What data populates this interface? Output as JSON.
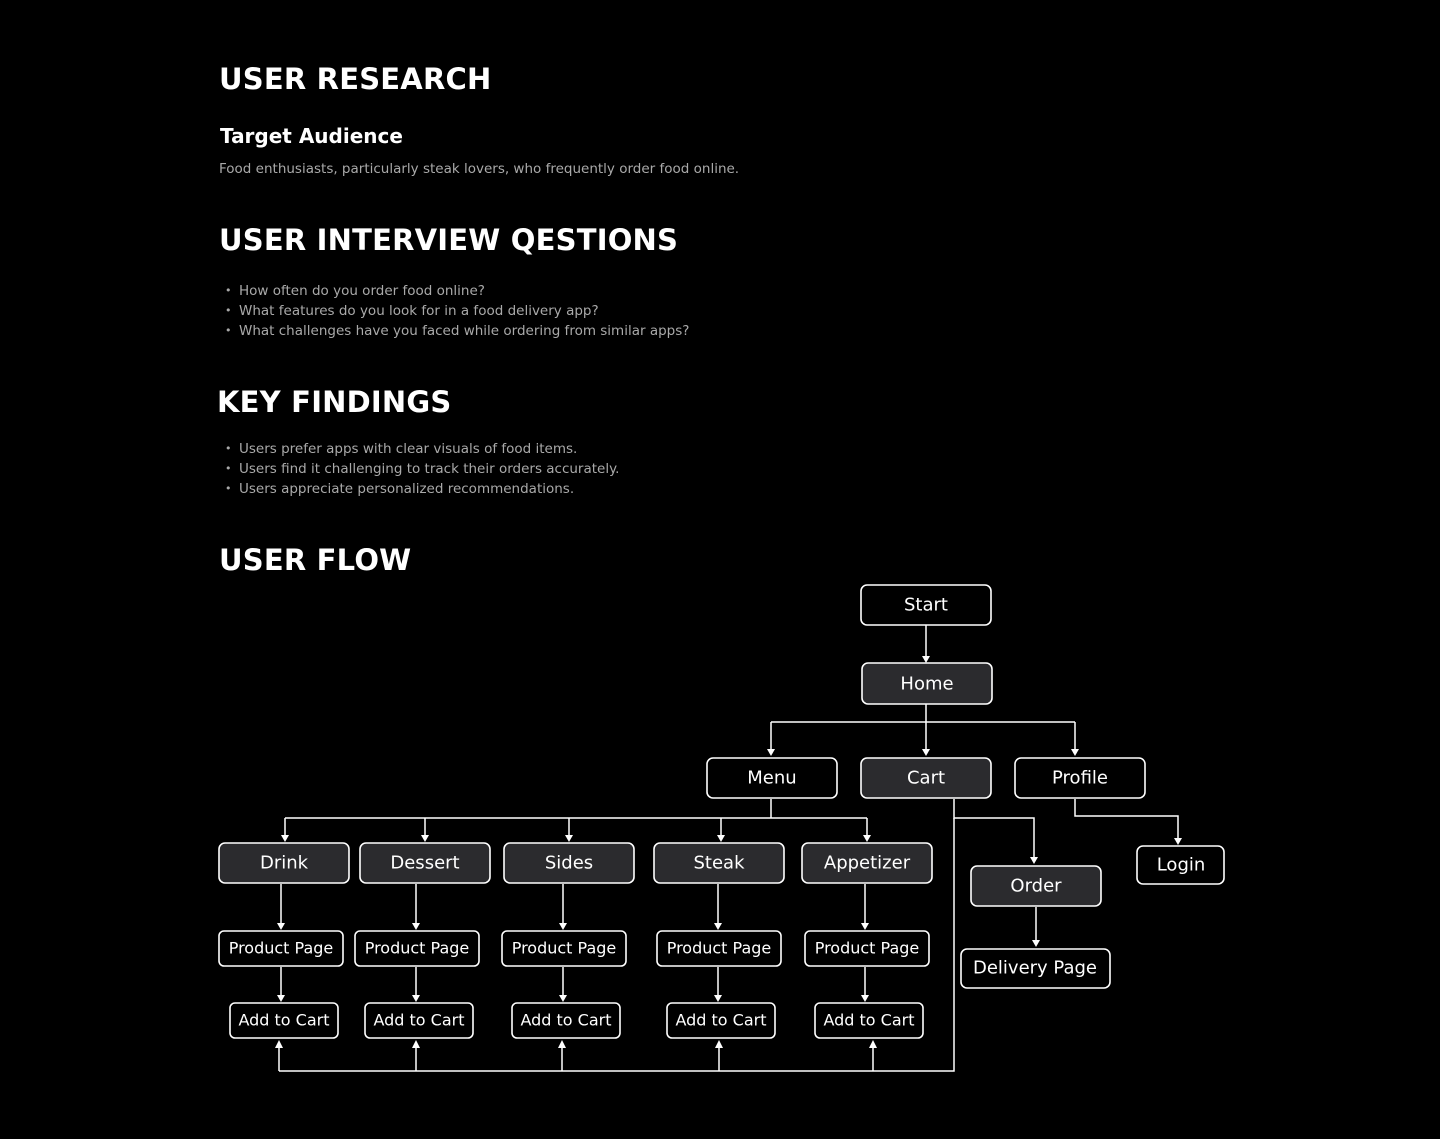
{
  "user_research": {
    "title": "USER RESEARCH",
    "target_audience": {
      "title": "Target Audience",
      "text": "Food enthusiasts, particularly steak lovers, who frequently order food online."
    }
  },
  "interview": {
    "title": "USER INTERVIEW QESTIONS",
    "questions": [
      "How often do you order food online?",
      "What features do you look for in a food delivery app?",
      "What challenges have you faced while ordering from similar apps?"
    ]
  },
  "findings": {
    "title": "KEY FINDINGS",
    "items": [
      "Users prefer apps with clear visuals of food items.",
      "Users find it challenging to track their orders accurately.",
      "Users appreciate personalized recommendations."
    ]
  },
  "user_flow": {
    "title": "USER FLOW",
    "nodes": {
      "start": "Start",
      "home": "Home",
      "menu": "Menu",
      "cart": "Cart",
      "profile": "Profile",
      "login": "Login",
      "order": "Order",
      "delivery": "Delivery Page",
      "drink": "Drink",
      "dessert": "Dessert",
      "sides": "Sides",
      "steak": "Steak",
      "appetizer": "Appetizer",
      "product_drink": "Product Page",
      "product_dessert": "Product Page",
      "product_sides": "Product Page",
      "product_steak": "Product Page",
      "product_appetizer": "Product Page",
      "add_drink": "Add to Cart",
      "add_dessert": "Add to Cart",
      "add_sides": "Add to Cart",
      "add_steak": "Add to Cart",
      "add_appetizer": "Add to Cart"
    }
  }
}
